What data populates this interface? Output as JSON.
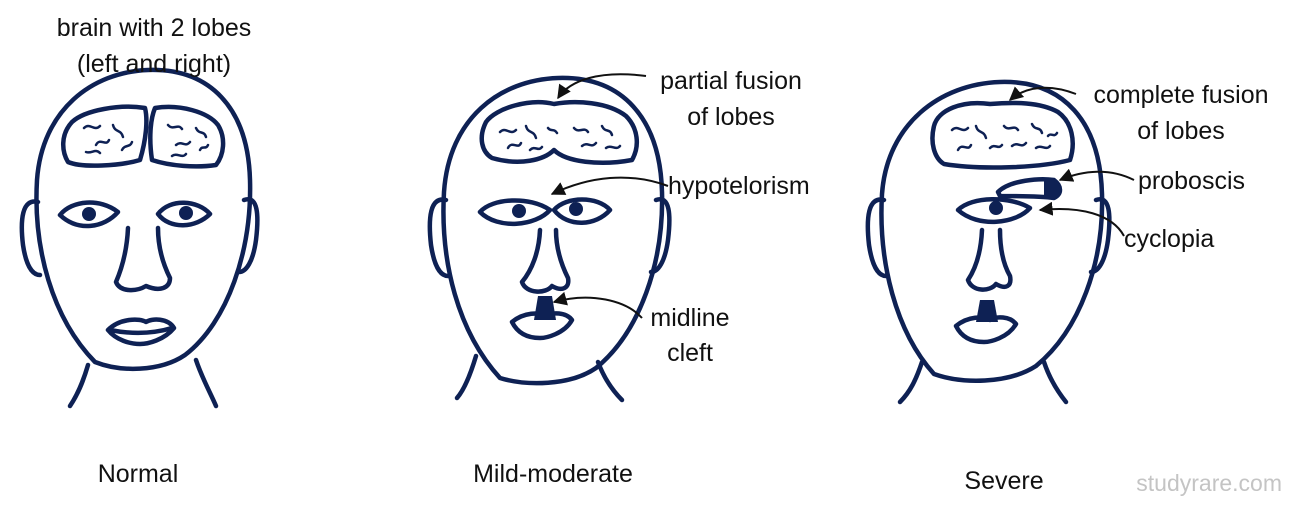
{
  "captions": {
    "normal": "Normal",
    "mild": "Mild-moderate",
    "severe": "Severe"
  },
  "labels": {
    "brain_lobes": [
      "brain with 2 lobes",
      "(left and right)"
    ],
    "partial_fusion": [
      "partial fusion",
      "of lobes"
    ],
    "hypotelorism": "hypotelorism",
    "midline_cleft": [
      "midline",
      "cleft"
    ],
    "complete_fusion": [
      "complete fusion",
      "of lobes"
    ],
    "proboscis": "proboscis",
    "cyclopia": "cyclopia"
  },
  "watermark": "studyrare.com",
  "colors": {
    "ink": "#0e2154",
    "text": "#111111",
    "watermark": "#c4c4c4"
  }
}
